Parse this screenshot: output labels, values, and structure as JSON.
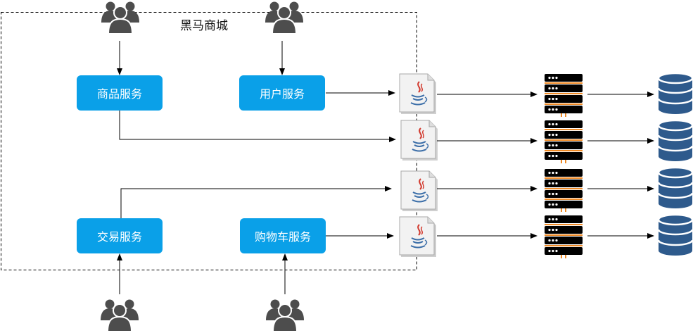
{
  "title": "黑马商城",
  "services": [
    {
      "label": "商品服务"
    },
    {
      "label": "用户服务"
    },
    {
      "label": "交易服务"
    },
    {
      "label": "购物车服务"
    }
  ],
  "icons": {
    "users": "users-group-icon",
    "app": "java-file-icon",
    "server": "server-rack-icon",
    "database": "database-icon"
  },
  "colors": {
    "service_box": "#0aa0e8",
    "service_text": "#ffffff",
    "user_icon": "#4d4d4d",
    "server": "#000000",
    "server_accent": "#f08a24",
    "database": "#2e5a8c",
    "arrow": "#000000"
  }
}
